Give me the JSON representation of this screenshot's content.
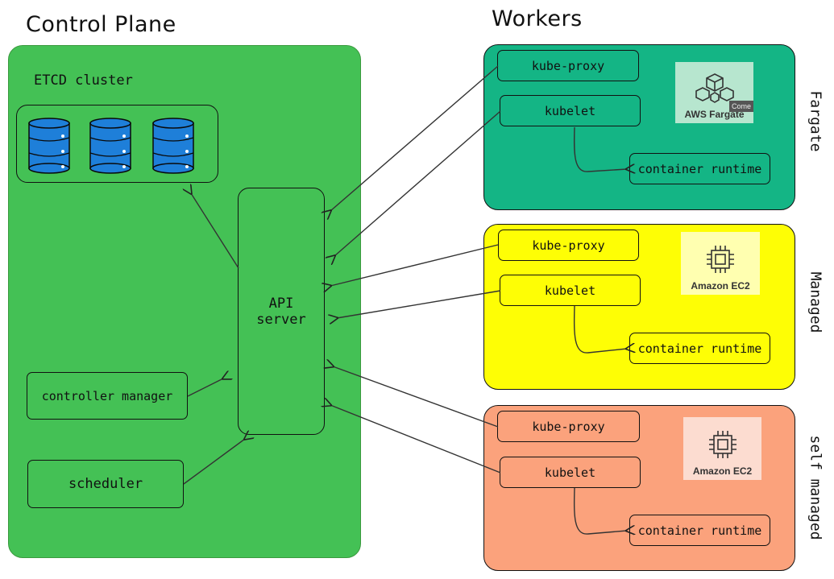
{
  "titles": {
    "control_plane": "Control Plane",
    "workers": "Workers"
  },
  "control_plane": {
    "etcd_label": "ETCD cluster",
    "api_server": "API\nserver",
    "controller_manager": "controller manager",
    "scheduler": "scheduler"
  },
  "workers": [
    {
      "type_label": "Fargate",
      "logo_text": "AWS Fargate",
      "logo_overlay": "Come",
      "kube_proxy": "kube-proxy",
      "kubelet": "kubelet",
      "container_runtime": "container runtime"
    },
    {
      "type_label": "Managed",
      "logo_text": "Amazon EC2",
      "kube_proxy": "kube-proxy",
      "kubelet": "kubelet",
      "container_runtime": "container runtime"
    },
    {
      "type_label": "self managed",
      "logo_text": "Amazon EC2",
      "kube_proxy": "kube-proxy",
      "kubelet": "kubelet",
      "container_runtime": "container runtime"
    }
  ],
  "colors": {
    "control_plane_bg": "#44c155",
    "fargate_bg": "#14b585",
    "managed_bg": "#fefe05",
    "self_managed_bg": "#fba27c",
    "database": "#1e7fd9",
    "fargate_logo_bg": "#b7e6cf",
    "ec2_logo_bg": "#ffffb0",
    "ec2_self_logo_bg": "#fcdcd0",
    "logo_stroke": "#333333"
  }
}
